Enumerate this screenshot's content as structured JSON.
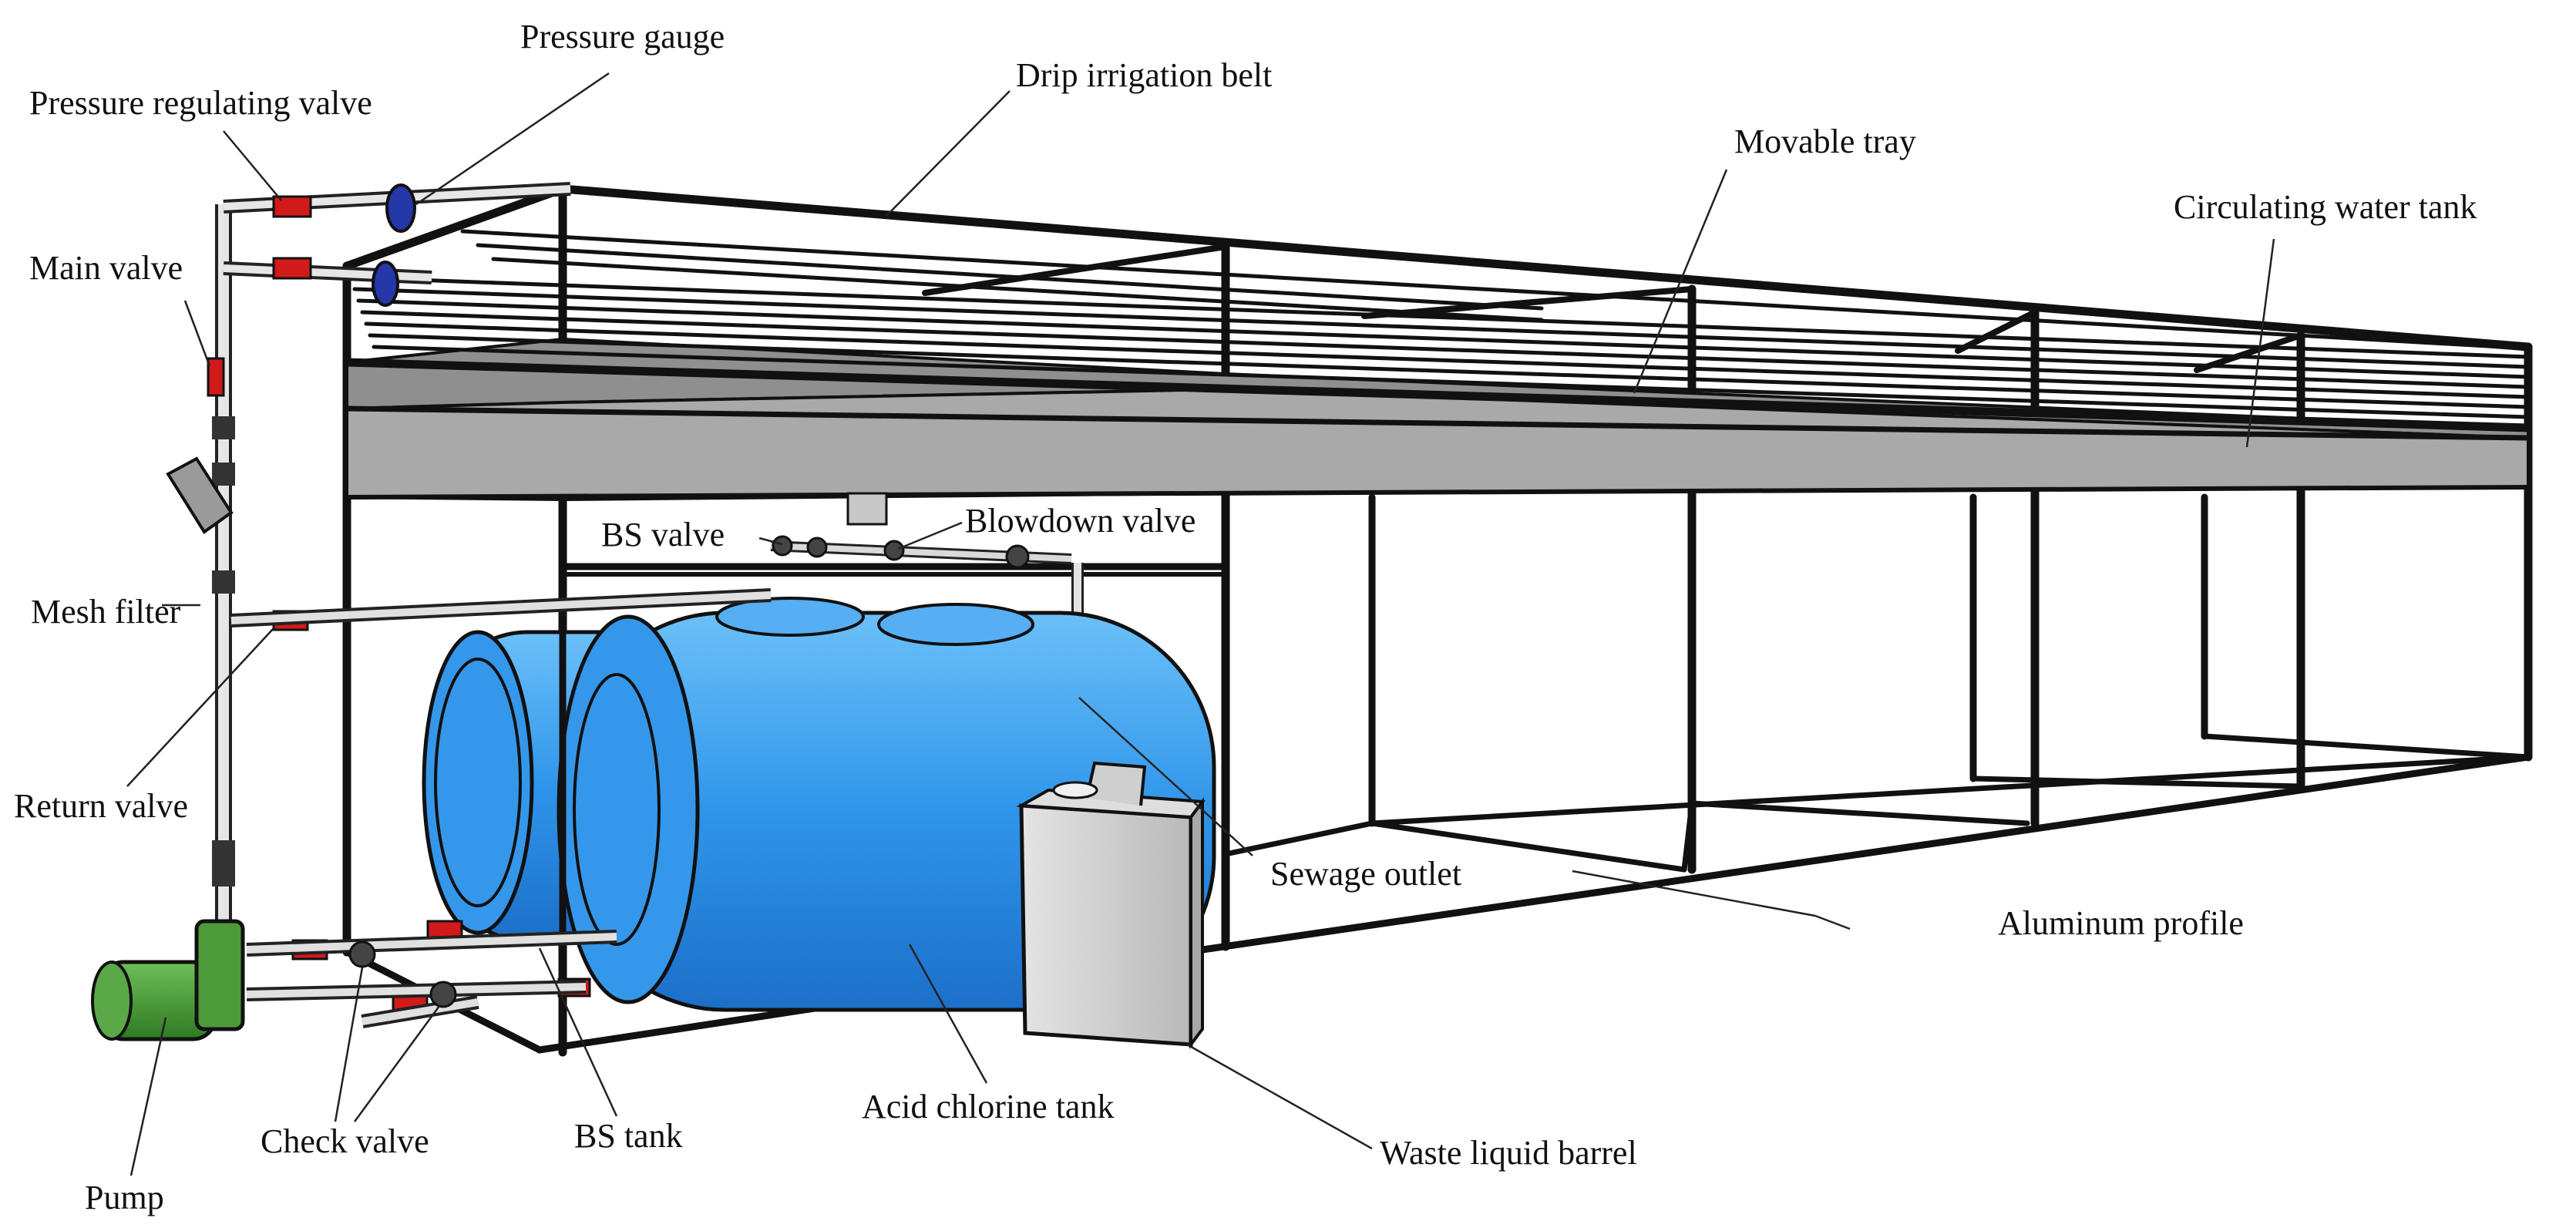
{
  "labels": {
    "pressure_gauge": "Pressure gauge",
    "drip_irrigation_belt": "Drip irrigation belt",
    "pressure_regulating_valve": "Pressure regulating valve",
    "movable_tray": "Movable tray",
    "circulating_water_tank": "Circulating water tank",
    "main_valve": "Main valve",
    "bs_valve": "BS valve",
    "blowdown_valve": "Blowdown valve",
    "mesh_filter": "Mesh filter",
    "return_valve": "Return valve",
    "sewage_outlet": "Sewage outlet",
    "aluminum_profile": "Aluminum profile",
    "check_valve": "Check valve",
    "bs_tank": "BS tank",
    "acid_chlorine_tank": "Acid chlorine tank",
    "waste_liquid_barrel": "Waste liquid barrel",
    "pump": "Pump"
  },
  "colors": {
    "frame": "#111111",
    "tray_top": "#8f8f8f",
    "tray_side": "#a9a9a9",
    "tank_blue": "#2f8fe6",
    "tank_blue_light": "#5fb2f5",
    "valve_red": "#d11a1a",
    "gauge_blue": "#2438a8",
    "pump_green": "#3f8f2f",
    "barrel_gray": "#cfcfcf"
  }
}
